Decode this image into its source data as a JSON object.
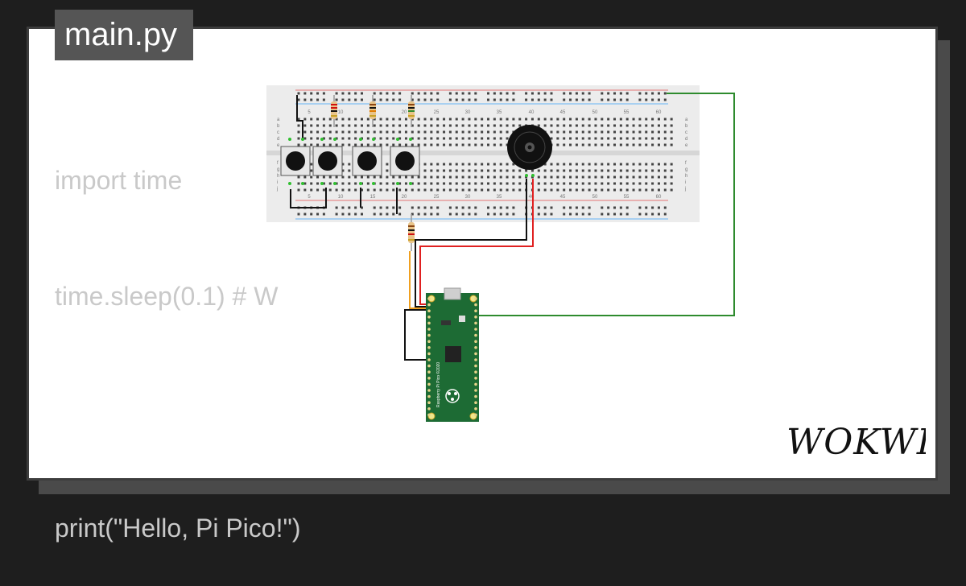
{
  "tab": {
    "filename": "main.py"
  },
  "code": {
    "lines": [
      "import time",
      "time.sleep(0.1) # W",
      "",
      "print(\"Hello, Pi Pico!\")"
    ]
  },
  "breadboard": {
    "column_numbers": [
      "5",
      "10",
      "15",
      "20",
      "25",
      "30",
      "35",
      "40",
      "45",
      "50",
      "55",
      "60"
    ],
    "row_letters_top": [
      "a",
      "b",
      "c",
      "d",
      "e"
    ],
    "row_letters_bottom": [
      "f",
      "g",
      "h",
      "i",
      "j"
    ]
  },
  "pico": {
    "label": "Raspberry Pi Pico ©2020"
  },
  "brand": {
    "name": "WOKWI"
  },
  "colors": {
    "wire_green": "#2e8b2e",
    "wire_red": "#e02020",
    "wire_black": "#111111",
    "wire_orange": "#f0a020",
    "pico_board": "#1d6b34",
    "breadboard": "#eeeeee"
  }
}
